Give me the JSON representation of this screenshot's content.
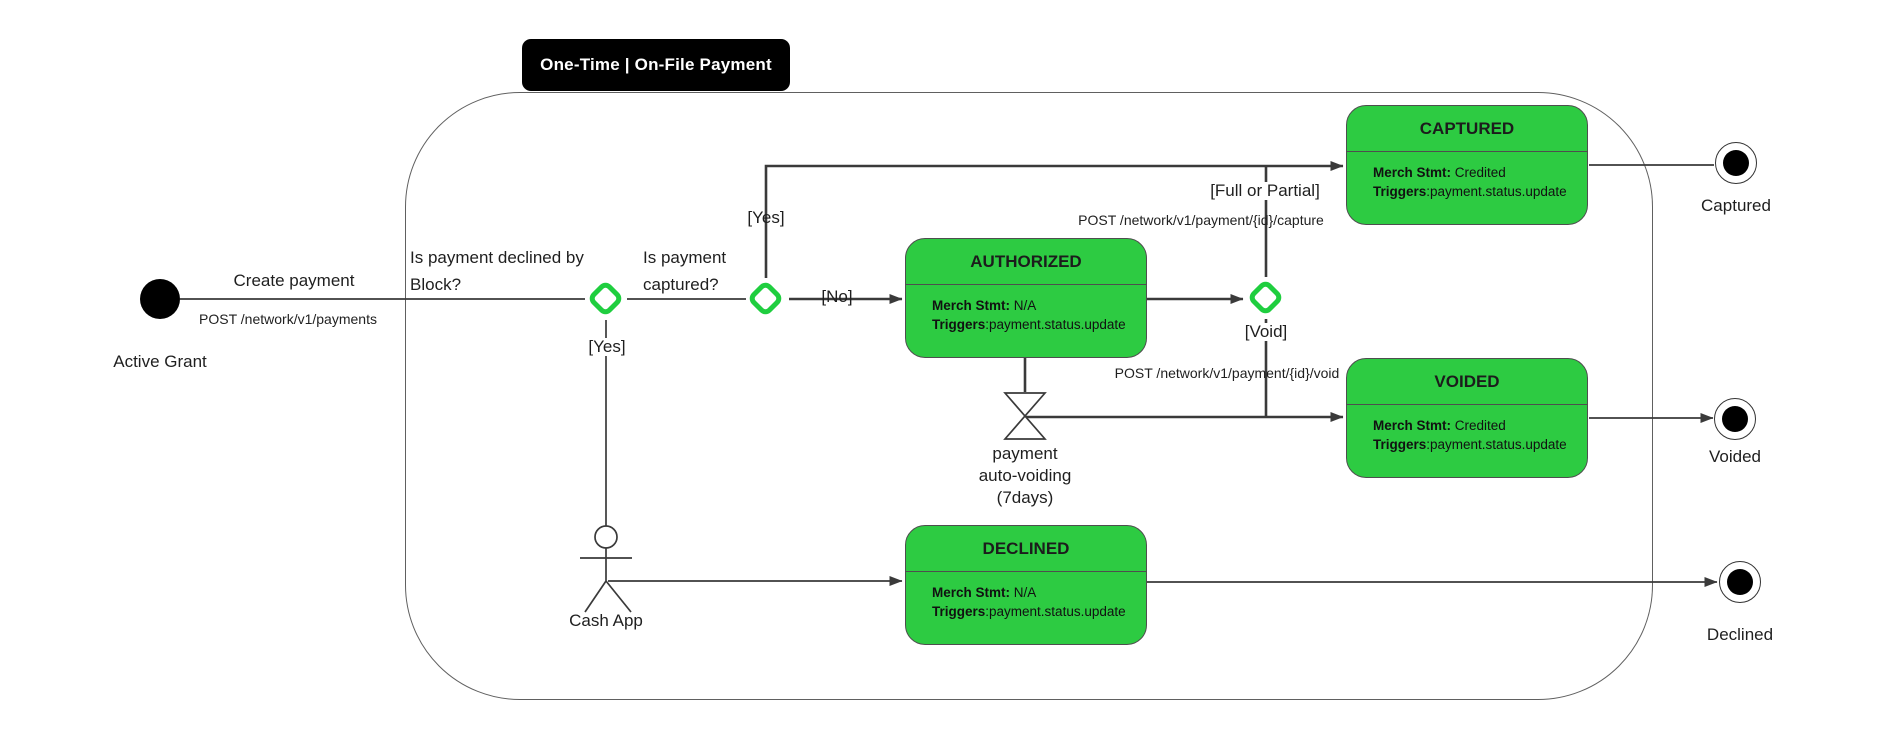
{
  "colors": {
    "state_green": "#2dcb42",
    "diamond_green": "#1fce3f",
    "line": "#3a3a3a",
    "badge_bg": "#000000",
    "badge_text": "#ffffff",
    "container_border": "#606060",
    "text": "#1f1f1f"
  },
  "badge": {
    "label": "One-Time | On-File Payment"
  },
  "start": {
    "label": "Active Grant"
  },
  "actor": {
    "label": "Cash App"
  },
  "questions": {
    "declined": "Is payment declined by Block?",
    "captured": "Is payment captured?"
  },
  "edges": {
    "create_payment": {
      "label": "Create payment",
      "api": "POST /network/v1/payments"
    },
    "declined_yes": "[Yes]",
    "captured_yes": "[Yes]",
    "captured_no": "[No]",
    "capture": {
      "label": "[Full or Partial]",
      "api": "POST /network/v1/payment/{id}/capture"
    },
    "void": {
      "label": "[Void]",
      "api": "POST /network/v1/payment/{id}/void"
    }
  },
  "timer": {
    "line1": "payment",
    "line2": "auto-voiding",
    "line3": "(7days)"
  },
  "states": {
    "authorized": {
      "title": "AUTHORIZED",
      "merch_label": "Merch Stmt:",
      "merch_value": " N/A",
      "triggers_label": "Triggers",
      "triggers_value": ":payment.status.update"
    },
    "captured": {
      "title": "CAPTURED",
      "merch_label": "Merch Stmt:",
      "merch_value": " Credited",
      "triggers_label": "Triggers",
      "triggers_value": ":payment.status.update"
    },
    "voided": {
      "title": "VOIDED",
      "merch_label": "Merch Stmt:",
      "merch_value": " Credited",
      "triggers_label": "Triggers",
      "triggers_value": ":payment.status.update"
    },
    "declined": {
      "title": "DECLINED",
      "merch_label": "Merch Stmt:",
      "merch_value": " N/A",
      "triggers_label": "Triggers",
      "triggers_value": ":payment.status.update"
    }
  },
  "ends": {
    "captured": "Captured",
    "voided": "Voided",
    "declined": "Declined"
  }
}
